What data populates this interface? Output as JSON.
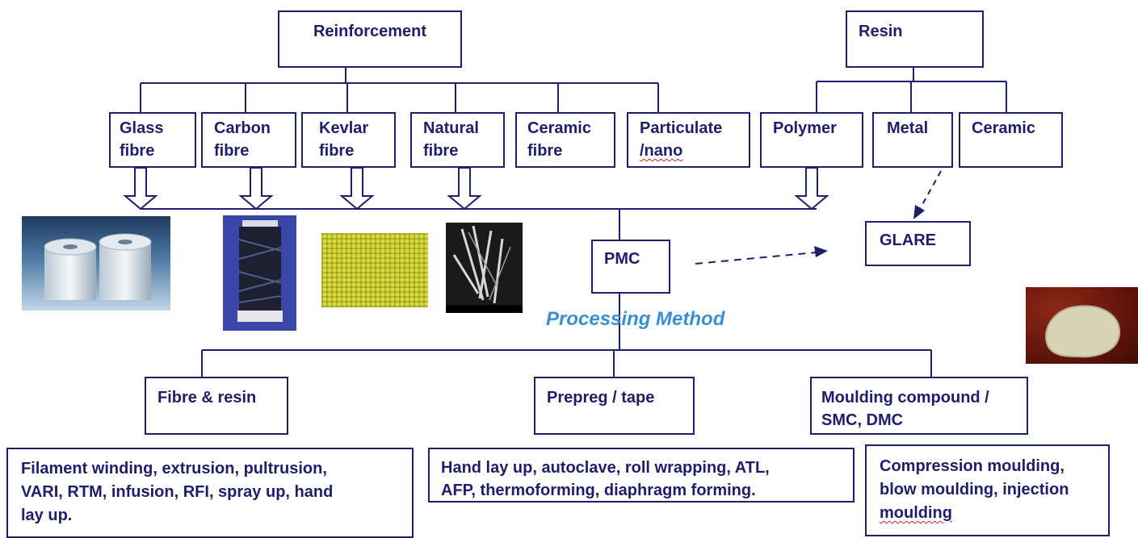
{
  "reinforcement": {
    "title": "Reinforcement",
    "items": [
      {
        "line1": "Glass",
        "line2": "fibre"
      },
      {
        "line1": "Carbon",
        "line2": "fibre"
      },
      {
        "line1": "Kevlar",
        "line2": "fibre"
      },
      {
        "line1": "Natural",
        "line2": "fibre"
      },
      {
        "line1": "Ceramic",
        "line2": "fibre"
      },
      {
        "line1": "Particulate",
        "line2": "/nano"
      }
    ]
  },
  "resin": {
    "title": "Resin",
    "items": [
      "Polymer",
      "Metal",
      "Ceramic"
    ]
  },
  "pmc": "PMC",
  "glare": "GLARE",
  "processing_caption": "Processing Method",
  "methods": [
    {
      "title": "Fibre & resin",
      "detail": [
        "Filament winding, extrusion, pultrusion,",
        "VARI, RTM, infusion, RFI, spray up, hand",
        "lay up."
      ]
    },
    {
      "title": "Prepreg / tape",
      "detail": [
        "Hand lay up, autoclave, roll wrapping, ATL,",
        "AFP, thermoforming, diaphragm forming."
      ]
    },
    {
      "title_line1": "Moulding compound /",
      "title_line2": "SMC, DMC",
      "detail": [
        "Compression moulding,",
        "blow moulding, injection",
        "moulding"
      ]
    }
  ],
  "colors": {
    "box_border": "#1d1f6b",
    "text": "#1d1f6b",
    "caption": "#3a8fd0"
  }
}
